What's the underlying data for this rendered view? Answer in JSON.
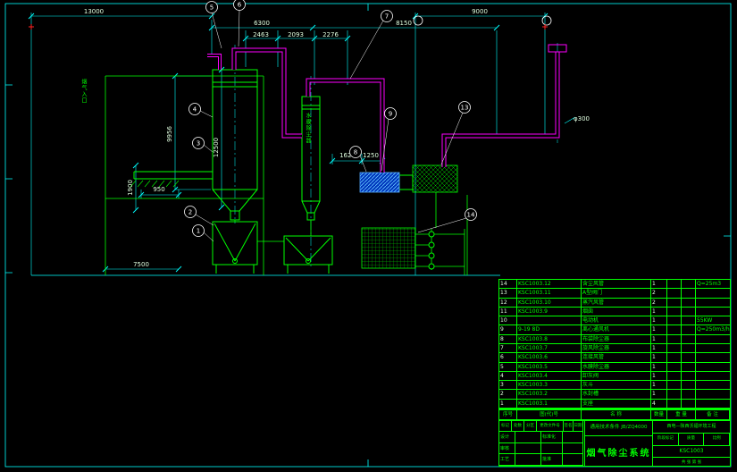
{
  "sheet": {
    "bg": "#000000",
    "line_cyan": "#00ffff",
    "line_green": "#00ff00",
    "line_magenta": "#ff00ff",
    "hatch_blue": "#2255ff",
    "text_light": "#e0ffe0"
  },
  "dims": {
    "span1": "13000",
    "span2": "6300",
    "span3": "2463",
    "span4": "2093",
    "span5": "2276",
    "span6": "8150",
    "span7": "9000",
    "height1": "9956",
    "height2": "12500",
    "height3": "1900",
    "width1": "950",
    "width2": "7500",
    "width3": "1629",
    "width4": "1250",
    "dia1": "φ300"
  },
  "balloons": {
    "b1": "1",
    "b2": "2",
    "b3": "3",
    "b4": "4",
    "b5": "5",
    "b6": "6",
    "b7": "7",
    "b8": "8",
    "b9": "9",
    "b13": "13",
    "b14": "14"
  },
  "notes": {
    "inlet": "烟气入口",
    "column": "水膜除尘器"
  },
  "parts": {
    "headers": {
      "no": "序号",
      "code": "图(代)号",
      "name": "名 称",
      "qty": "数量",
      "weight": "重 量",
      "remark": "备 注"
    },
    "rows": [
      {
        "no": "14",
        "code": "KSC1003.12",
        "name": "含尘风管",
        "qty": "1",
        "remark": "Q=25m3"
      },
      {
        "no": "13",
        "code": "KSC1003.11",
        "name": "A型阀门",
        "qty": "2",
        "remark": ""
      },
      {
        "no": "12",
        "code": "KSC1003.10",
        "name": "蒸汽风管",
        "qty": "2",
        "remark": ""
      },
      {
        "no": "11",
        "code": "KSC1003.9",
        "name": "烟囱",
        "qty": "1",
        "remark": ""
      },
      {
        "no": "10",
        "code": "",
        "name": "电动机",
        "qty": "1",
        "remark": "55KW"
      },
      {
        "no": "9",
        "code": "9-19 8D",
        "name": "离心通风机",
        "qty": "1",
        "remark": "Q=250m3/h"
      },
      {
        "no": "8",
        "code": "KSC1003.8",
        "name": "布袋除尘器",
        "qty": "1",
        "remark": ""
      },
      {
        "no": "7",
        "code": "KSC1003.7",
        "name": "旋风除尘器",
        "qty": "1",
        "remark": ""
      },
      {
        "no": "6",
        "code": "KSC1003.6",
        "name": "连接风管",
        "qty": "1",
        "remark": ""
      },
      {
        "no": "5",
        "code": "KSC1003.5",
        "name": "水膜除尘器",
        "qty": "1",
        "remark": ""
      },
      {
        "no": "4",
        "code": "KSC1003.4",
        "name": "卸灰阀",
        "qty": "1",
        "remark": ""
      },
      {
        "no": "3",
        "code": "KSC1003.3",
        "name": "灰斗",
        "qty": "1",
        "remark": ""
      },
      {
        "no": "2",
        "code": "KSC1003.2",
        "name": "水封槽",
        "qty": "1",
        "remark": ""
      },
      {
        "no": "1",
        "code": "KSC1003.1",
        "name": "支座",
        "qty": "4",
        "remark": ""
      }
    ]
  },
  "titleblock": {
    "tech_note": "通用技术条件 JB/ZQ4000",
    "title": "烟气除尘系统",
    "company": "西电—陕西沃福环境工程",
    "drawing_no": "KSC1003",
    "rev": [
      "标记",
      "处数",
      "分区",
      "更改文件号",
      "签名",
      "日期"
    ],
    "sign": [
      "设计",
      "审核",
      "工艺",
      "标准化",
      "批准"
    ],
    "fields": [
      "阶段标记",
      "质量",
      "比例"
    ],
    "sheet_label": "共 张 第 张"
  }
}
